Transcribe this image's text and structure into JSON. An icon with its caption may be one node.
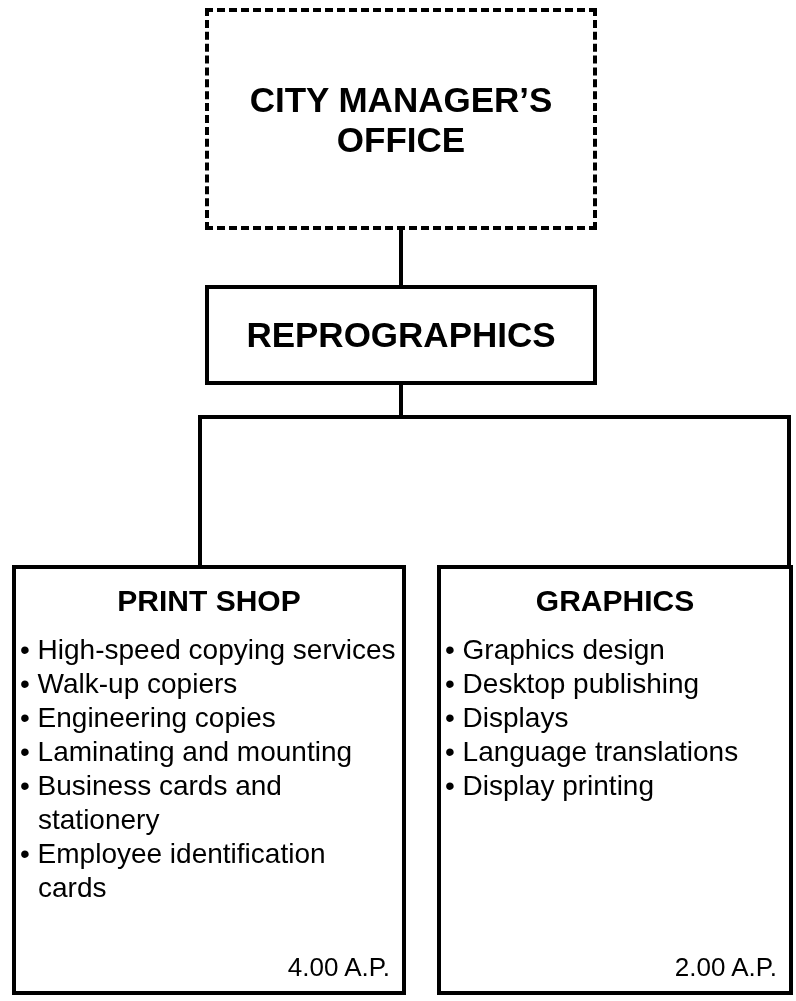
{
  "diagram": {
    "nodes": [
      {
        "text": [
          "CITY MANAGER’S OFFICE"
        ]
      },
      {
        "text": [
          "REPROGRAPHICS"
        ]
      },
      {
        "text": [
          "PRINT SHOP",
          "• High-speed copying services",
          "• Walk-up copiers",
          "• Engineering copies",
          "• Laminating and mounting",
          "• Business cards and stationery",
          "• Employee identification cards",
          "4.00 A.P."
        ]
      },
      {
        "text": [
          "GRAPHICS",
          "• Graphics design",
          "• Desktop publishing",
          "• Displays",
          "• Language translations",
          "• Display printing",
          "2.00 A.P."
        ]
      }
    ],
    "edges": [
      {
        "from": 0,
        "to": 1,
        "arrow": "none"
      },
      {
        "from": 1,
        "to": 2,
        "arrow": "none"
      },
      {
        "from": 1,
        "to": 3,
        "arrow": "none"
      }
    ]
  }
}
